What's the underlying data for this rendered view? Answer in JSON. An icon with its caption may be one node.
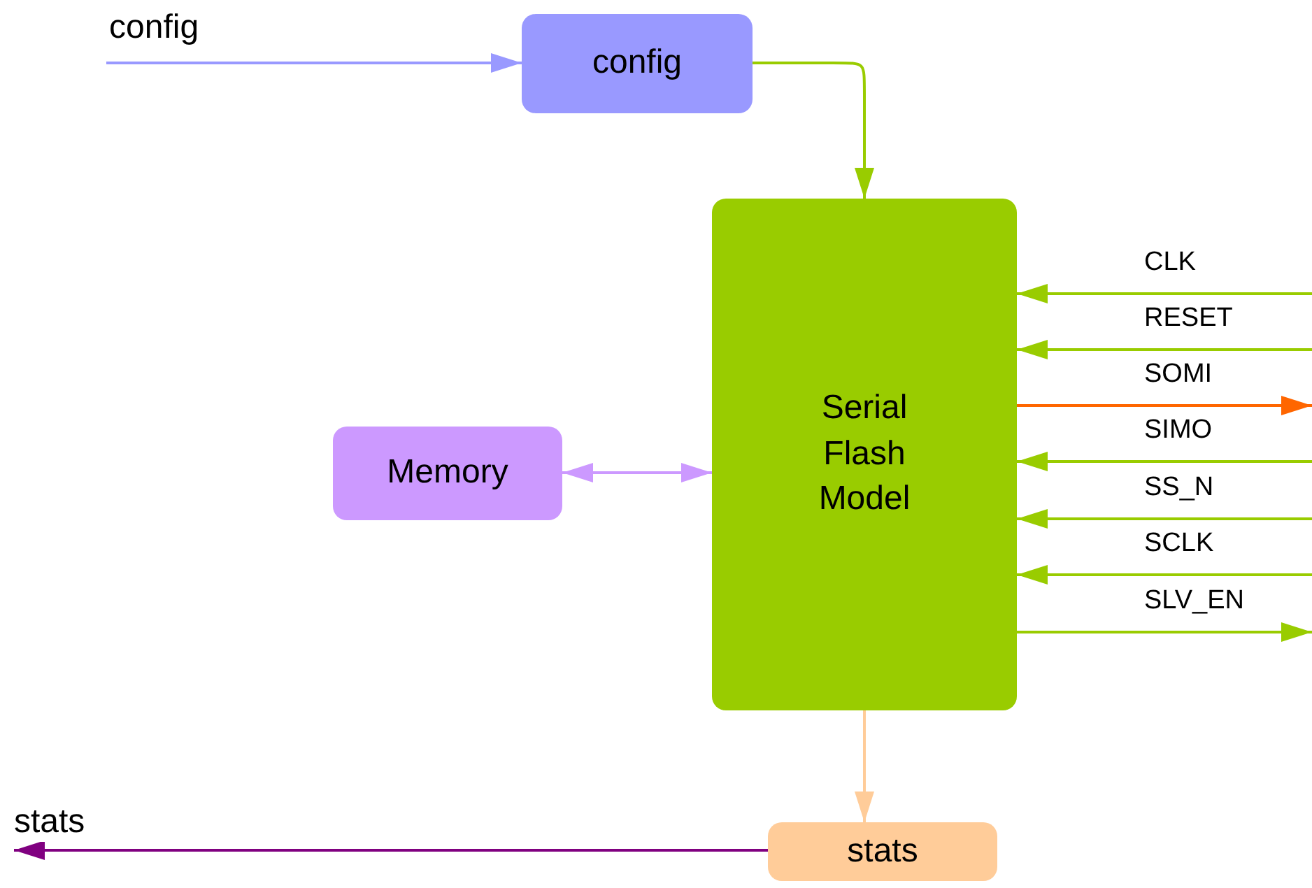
{
  "diagram": {
    "nodes": [
      {
        "text": [
          "config"
        ]
      },
      {
        "text": [
          "Serial Flash Model"
        ]
      },
      {
        "text": [
          "Memory"
        ]
      },
      {
        "text": [
          "stats"
        ]
      }
    ],
    "edges": [
      {
        "from": null,
        "to": 0,
        "arrow": "to",
        "label": "config",
        "color": "#9999ff"
      },
      {
        "from": 0,
        "to": 1,
        "arrow": "to"
      },
      {
        "from": 2,
        "to": 1,
        "arrow": "both",
        "color": "#cc99ff"
      },
      {
        "from": 1,
        "to": 3,
        "arrow": "to",
        "color": "#ffcc99"
      },
      {
        "from": 3,
        "to": null,
        "arrow": "to",
        "label": "stats",
        "color": "#800080"
      },
      {
        "from": null,
        "to": 1,
        "arrow": "to",
        "label": "CLK"
      },
      {
        "from": null,
        "to": 1,
        "arrow": "to",
        "label": "RESET"
      },
      {
        "from": 1,
        "to": null,
        "arrow": "to",
        "label": "SOMI",
        "color": "#ff6600"
      },
      {
        "from": null,
        "to": 1,
        "arrow": "to",
        "label": "SIMO"
      },
      {
        "from": null,
        "to": 1,
        "arrow": "to",
        "label": "SS_N"
      },
      {
        "from": null,
        "to": 1,
        "arrow": "to",
        "label": "SCLK"
      },
      {
        "from": 1,
        "to": null,
        "arrow": "to",
        "label": "SLV_EN"
      }
    ]
  }
}
